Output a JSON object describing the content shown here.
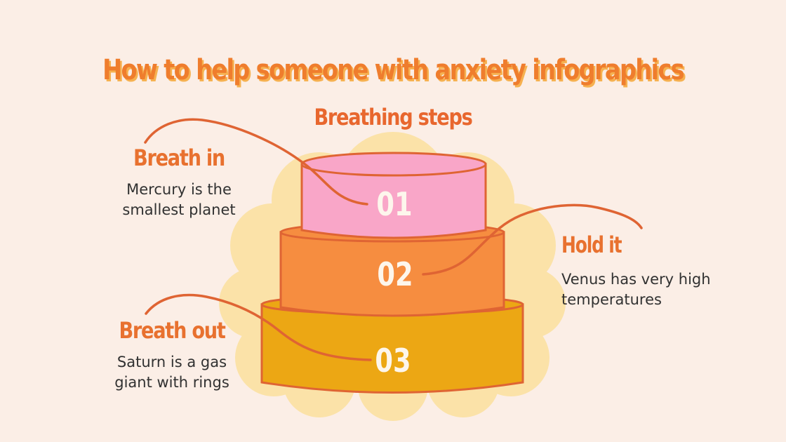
{
  "title": {
    "text": "How to help someone with anxiety infographics"
  },
  "subtitle": {
    "text": "Breathing steps"
  },
  "steps": [
    {
      "number": "01",
      "label": "Breath in",
      "description": "Mercury is the smallest planet",
      "tier_color": "#f9a6c8"
    },
    {
      "number": "02",
      "label": "Hold it",
      "description": "Venus has very high temperatures",
      "tier_color": "#f68d40"
    },
    {
      "number": "03",
      "label": "Breath out",
      "description": "Saturn is a gas giant with rings",
      "tier_color": "#eca714"
    }
  ],
  "colors": {
    "background": "#fbeee6",
    "cloud": "#fbe2a8",
    "outline": "#df6433",
    "connector": "#df6433",
    "title_fill": "#ef7d2d",
    "title_shadow": "#f6b150",
    "subtitle_text": "#e8672e",
    "label_heading": "#e8712f",
    "description_text": "#313131",
    "number_text": "#fdf6ec"
  }
}
